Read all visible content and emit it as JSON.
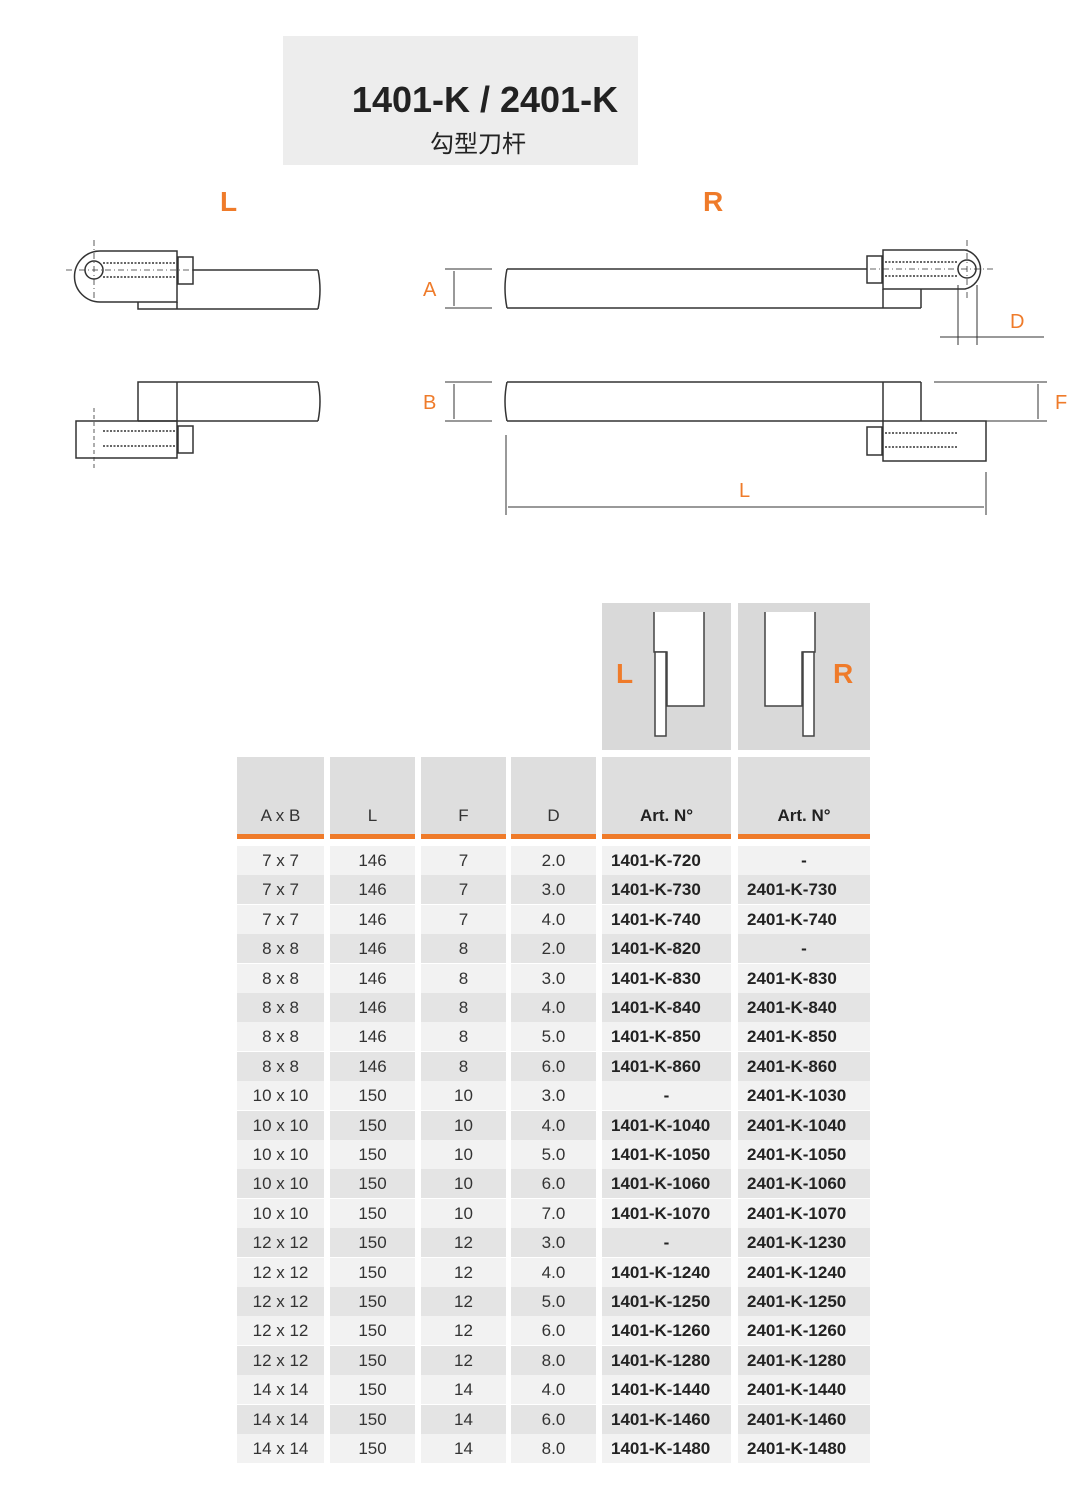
{
  "title": "1401-K / 2401-K",
  "subtitle": "勾型刀杆",
  "drawing": {
    "left_label": "L",
    "right_label": "R",
    "dim_A": "A",
    "dim_B": "B",
    "dim_D": "D",
    "dim_F": "F",
    "dim_L": "L"
  },
  "table": {
    "image_labels": {
      "left": "L",
      "right": "R"
    },
    "headers": [
      "A x B",
      "L",
      "F",
      "D",
      "Art. N°",
      "Art. N°"
    ],
    "rows": [
      [
        "7 x 7",
        "146",
        "7",
        "2.0",
        "1401-K-720",
        "-"
      ],
      [
        "7 x 7",
        "146",
        "7",
        "3.0",
        "1401-K-730",
        "2401-K-730"
      ],
      [
        "7 x 7",
        "146",
        "7",
        "4.0",
        "1401-K-740",
        "2401-K-740"
      ],
      [
        "8 x 8",
        "146",
        "8",
        "2.0",
        "1401-K-820",
        "-"
      ],
      [
        "8 x 8",
        "146",
        "8",
        "3.0",
        "1401-K-830",
        "2401-K-830"
      ],
      [
        "8 x 8",
        "146",
        "8",
        "4.0",
        "1401-K-840",
        "2401-K-840"
      ],
      [
        "8 x 8",
        "146",
        "8",
        "5.0",
        "1401-K-850",
        "2401-K-850"
      ],
      [
        "8 x 8",
        "146",
        "8",
        "6.0",
        "1401-K-860",
        "2401-K-860"
      ],
      [
        "10 x 10",
        "150",
        "10",
        "3.0",
        "-",
        "2401-K-1030"
      ],
      [
        "10 x 10",
        "150",
        "10",
        "4.0",
        "1401-K-1040",
        "2401-K-1040"
      ],
      [
        "10 x 10",
        "150",
        "10",
        "5.0",
        "1401-K-1050",
        "2401-K-1050"
      ],
      [
        "10 x 10",
        "150",
        "10",
        "6.0",
        "1401-K-1060",
        "2401-K-1060"
      ],
      [
        "10 x 10",
        "150",
        "10",
        "7.0",
        "1401-K-1070",
        "2401-K-1070"
      ],
      [
        "12 x 12",
        "150",
        "12",
        "3.0",
        "-",
        "2401-K-1230"
      ],
      [
        "12 x 12",
        "150",
        "12",
        "4.0",
        "1401-K-1240",
        "2401-K-1240"
      ],
      [
        "12 x 12",
        "150",
        "12",
        "5.0",
        "1401-K-1250",
        "2401-K-1250"
      ],
      [
        "12 x 12",
        "150",
        "12",
        "6.0",
        "1401-K-1260",
        "2401-K-1260"
      ],
      [
        "12 x 12",
        "150",
        "12",
        "8.0",
        "1401-K-1280",
        "2401-K-1280"
      ],
      [
        "14 x 14",
        "150",
        "14",
        "4.0",
        "1401-K-1440",
        "2401-K-1440"
      ],
      [
        "14 x 14",
        "150",
        "14",
        "6.0",
        "1401-K-1460",
        "2401-K-1460"
      ],
      [
        "14 x 14",
        "150",
        "14",
        "8.0",
        "1401-K-1480",
        "2401-K-1480"
      ]
    ]
  },
  "colors": {
    "accent": "#ef7b2a",
    "header_bg": "#dedede",
    "row_light": "#f2f2f2",
    "row_dark": "#e4e4e4"
  }
}
